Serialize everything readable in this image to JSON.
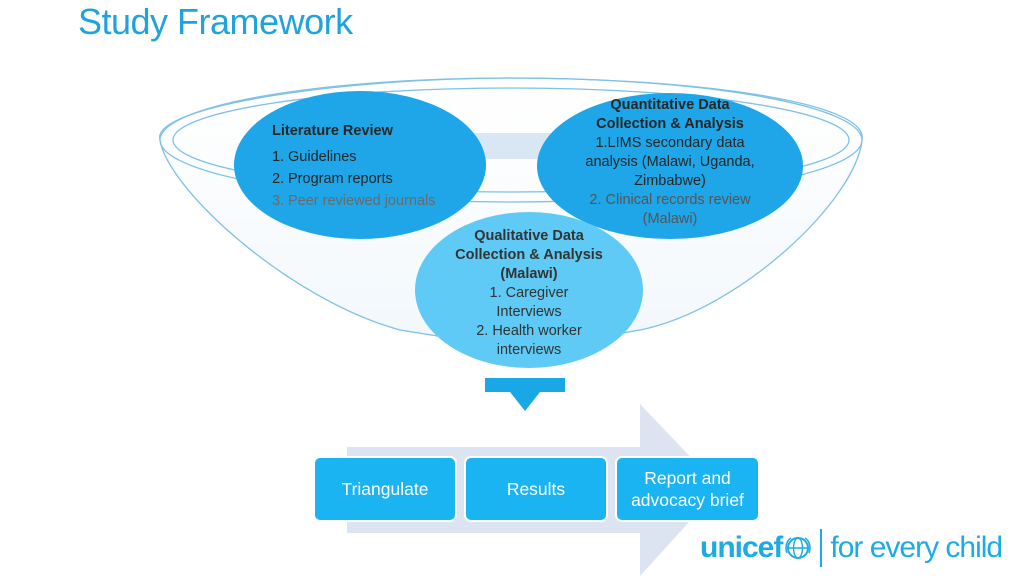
{
  "title": "Study Framework",
  "literature": {
    "heading": "Literature Review",
    "items": [
      {
        "num": "1.",
        "text": "Guidelines"
      },
      {
        "num": "2.",
        "text": "Program reports"
      },
      {
        "num": "3.",
        "text": "Peer reviewed journals"
      }
    ]
  },
  "quantitative": {
    "heading_line1": "Quantitative Data",
    "heading_line2": "Collection & Analysis",
    "lines": [
      "1.LIMS secondary data",
      "analysis (Malawi, Uganda,",
      "Zimbabwe)",
      "2. Clinical records review",
      "(Malawi)"
    ]
  },
  "qualitative": {
    "heading_lines": [
      "Qualitative Data",
      "Collection & Analysis",
      "(Malawi)"
    ],
    "lines": [
      "1. Caregiver",
      "Interviews",
      "2. Health worker",
      "interviews"
    ]
  },
  "steps": [
    "Triangulate",
    "Results",
    "Report and advocacy brief"
  ],
  "logo": {
    "brand": "unicef",
    "tagline": "for every child"
  },
  "colors": {
    "title": "#1fa3dd",
    "circle_dark": "#1ea6e8",
    "circle_light": "#5fcaf5",
    "step_box": "#19b4f1",
    "big_arrow": "#dce3f1",
    "brand": "#1cabe2"
  }
}
